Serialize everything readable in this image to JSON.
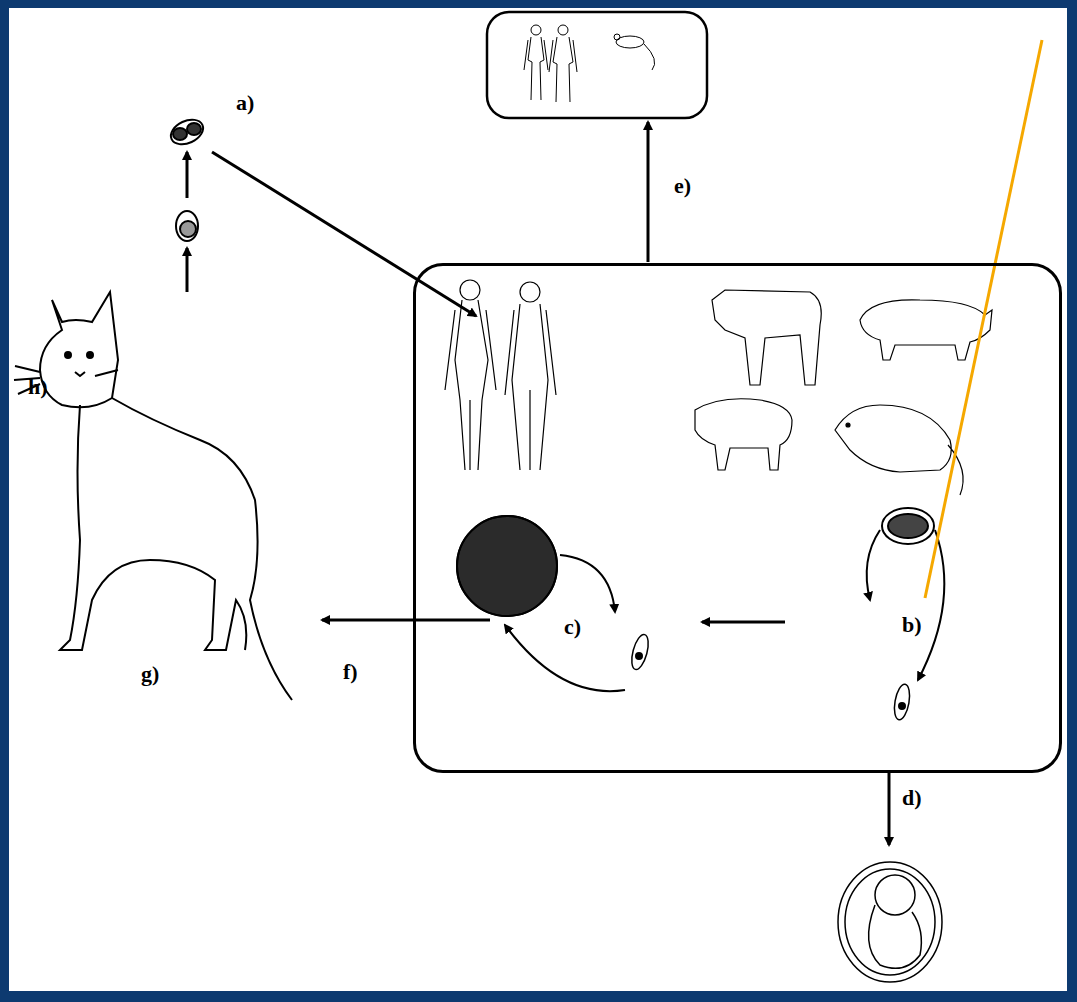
{
  "diagram": {
    "nodes": [
      {
        "text": [
          "b)",
          "c)"
        ]
      }
    ],
    "labels": [
      "e)",
      "a)",
      "h)",
      "f)",
      "g)",
      "d)"
    ]
  }
}
